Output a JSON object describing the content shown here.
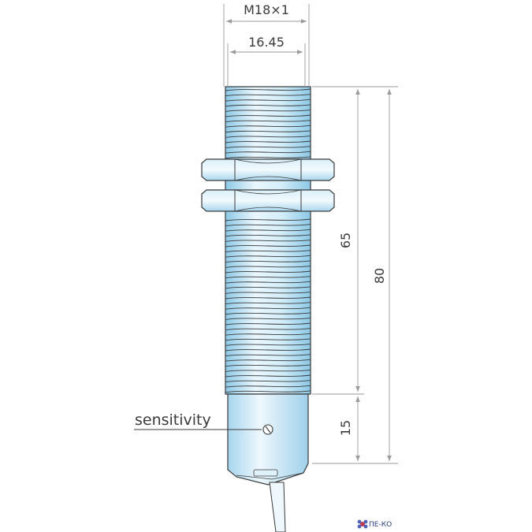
{
  "dimensions": {
    "thread": "M18×1",
    "width": "16.45",
    "threaded_length": "65",
    "total_length": "80",
    "cap_length": "15"
  },
  "labels": {
    "sensitivity": "sensitivity"
  },
  "logo": {
    "text": "ПЕ-КО"
  },
  "colors": {
    "body_light": "#e6f4fb",
    "body_mid": "#b9e0f4",
    "body_dark": "#7fbfe0",
    "outline": "#3a3a3a",
    "dimension_line": "#9a9a9a"
  }
}
